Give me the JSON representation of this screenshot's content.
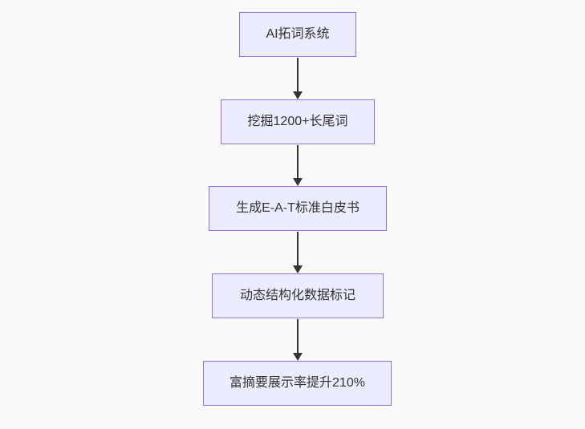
{
  "colors": {
    "background": "#fafafa",
    "node_fill": "#ececff",
    "node_border": "#9370db",
    "node_text": "#333333",
    "arrow": "#333333"
  },
  "flowchart": {
    "type": "vertical-flow",
    "nodes": [
      {
        "id": "n0",
        "label": "AI拓词系统"
      },
      {
        "id": "n1",
        "label": "挖掘1200+长尾词"
      },
      {
        "id": "n2",
        "label": "生成E-A-T标准白皮书"
      },
      {
        "id": "n3",
        "label": "动态结构化数据标记"
      },
      {
        "id": "n4",
        "label": "富摘要展示率提升210%"
      }
    ],
    "edges": [
      {
        "from": "n0",
        "to": "n1"
      },
      {
        "from": "n1",
        "to": "n2"
      },
      {
        "from": "n2",
        "to": "n3"
      },
      {
        "from": "n3",
        "to": "n4"
      }
    ]
  }
}
